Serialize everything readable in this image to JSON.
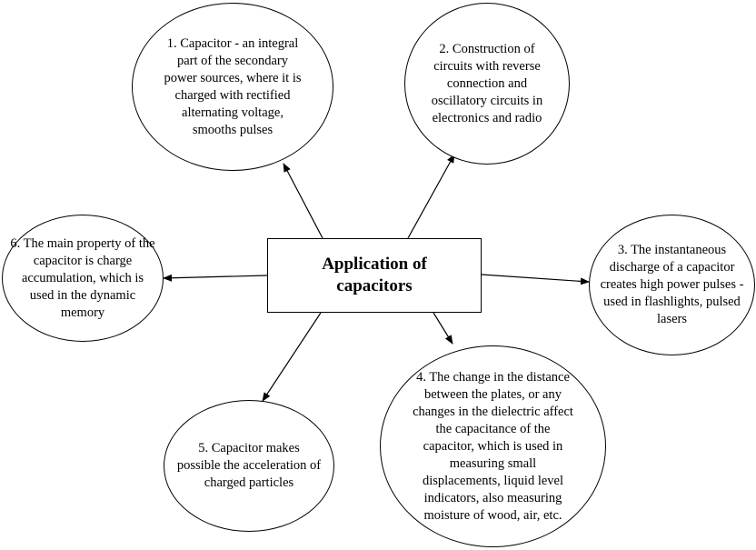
{
  "diagram": {
    "center": {
      "label": "Application of\ncapacitors"
    },
    "nodes": [
      {
        "id": "1",
        "text": "1. Capacitor - an integral\npart of the secondary\npower sources, where it is\ncharged with rectified\nalternating voltage,\nsmooths pulses"
      },
      {
        "id": "2",
        "text": "2. Construction of\ncircuits with reverse\nconnection and\noscillatory circuits in\nelectronics and radio"
      },
      {
        "id": "3",
        "text": "3. The instantaneous\ndischarge of a capacitor\ncreates high power pulses -\nused in flashlights, pulsed\nlasers"
      },
      {
        "id": "4",
        "text": "4. The change in the distance\nbetween the plates, or any\nchanges in the dielectric affect\nthe capacitance of the\ncapacitor, which is used in\nmeasuring small\ndisplacements, liquid level\nindicators, also measuring\nmoisture of wood, air, etc."
      },
      {
        "id": "5",
        "text": "5. Capacitor makes\npossible the acceleration of\ncharged particles"
      },
      {
        "id": "6",
        "text": "6. The main property of the\ncapacitor is charge\naccumulation, which is\nused in the dynamic\nmemory"
      }
    ]
  }
}
